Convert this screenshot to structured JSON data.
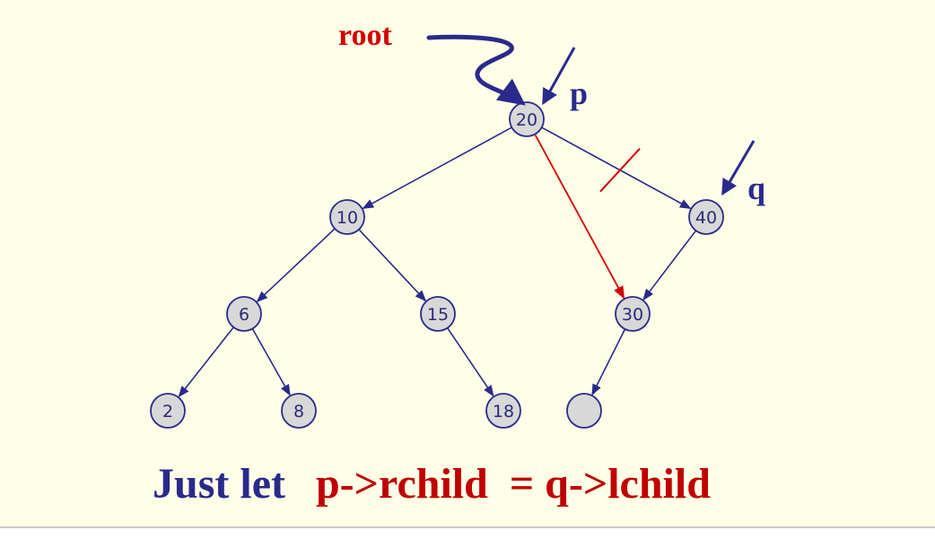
{
  "colors": {
    "background": "#FFFFE8",
    "edge": "#2A2A8C",
    "node_fill": "#D8D8D8",
    "node_stroke": "#2A2A8C",
    "highlight": "#D40000",
    "caption_dark": "#2A2A8C",
    "caption_red": "#C00000"
  },
  "tree": {
    "nodes": [
      {
        "id": "n20",
        "label": "20"
      },
      {
        "id": "n10",
        "label": "10"
      },
      {
        "id": "n40",
        "label": "40"
      },
      {
        "id": "n6",
        "label": "6"
      },
      {
        "id": "n15",
        "label": "15"
      },
      {
        "id": "n30",
        "label": "30"
      },
      {
        "id": "n2",
        "label": "2"
      },
      {
        "id": "n8",
        "label": "8"
      },
      {
        "id": "n18",
        "label": "18"
      },
      {
        "id": "nE",
        "label": ""
      }
    ],
    "edges": [
      {
        "from": "n20",
        "to": "n10"
      },
      {
        "from": "n20",
        "to": "n40",
        "cut": true
      },
      {
        "from": "n10",
        "to": "n6"
      },
      {
        "from": "n10",
        "to": "n15"
      },
      {
        "from": "n40",
        "to": "n30"
      },
      {
        "from": "n6",
        "to": "n2"
      },
      {
        "from": "n6",
        "to": "n8"
      },
      {
        "from": "n15",
        "to": "n18"
      },
      {
        "from": "n30",
        "to": "nE"
      }
    ],
    "new_link": {
      "from": "n20",
      "to": "n30"
    }
  },
  "pointers": {
    "root_label": "root",
    "p_label": "p",
    "q_label": "q"
  },
  "caption": {
    "prefix": "Just let",
    "code": "p->rchild  = q->lchild"
  }
}
